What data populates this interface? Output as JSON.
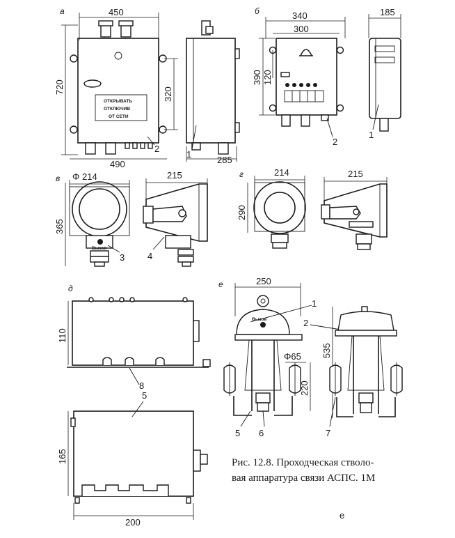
{
  "panels": {
    "a": "а",
    "b": "б",
    "v": "в",
    "g": "г",
    "d": "д",
    "e": "е"
  },
  "dims": {
    "a_width": "450",
    "a_height": "720",
    "a_bottom": "490",
    "a_right": "320",
    "a_depth": "285",
    "b_width1": "340",
    "b_width2": "300",
    "b_height1": "390",
    "b_height2": "120",
    "b_side": "185",
    "v_dia": "Φ 214",
    "v_height": "365",
    "v_side": "215",
    "g_dia": "214",
    "g_height": "290",
    "g_side": "215",
    "d_height1": "110",
    "d_height2": "165",
    "d_width": "200",
    "e_width": "250",
    "e_dia": "Φ65",
    "e_height1": "220",
    "e_height2": "535"
  },
  "labels": {
    "warning_l1": "ОТКРЫВАТЬ",
    "warning_l2": "ОТКЛЮЧИВ",
    "warning_l3": "ОТ СЕТИ",
    "vyzov": "Вызов",
    "vyzov2": "Вызов"
  },
  "callouts": {
    "a2": "2",
    "a1": "1",
    "b2": "2",
    "b1": "1",
    "v3": "3",
    "v4": "4",
    "d8": "8",
    "d5": "5",
    "e1": "1",
    "e2": "2",
    "e5": "5",
    "e6": "6",
    "e7": "7"
  },
  "caption": {
    "line1": "Рис. 12.8. Проходческая стволо-",
    "line2": "вая аппаратура связи АСПС. 1М"
  },
  "page_mark": "е"
}
